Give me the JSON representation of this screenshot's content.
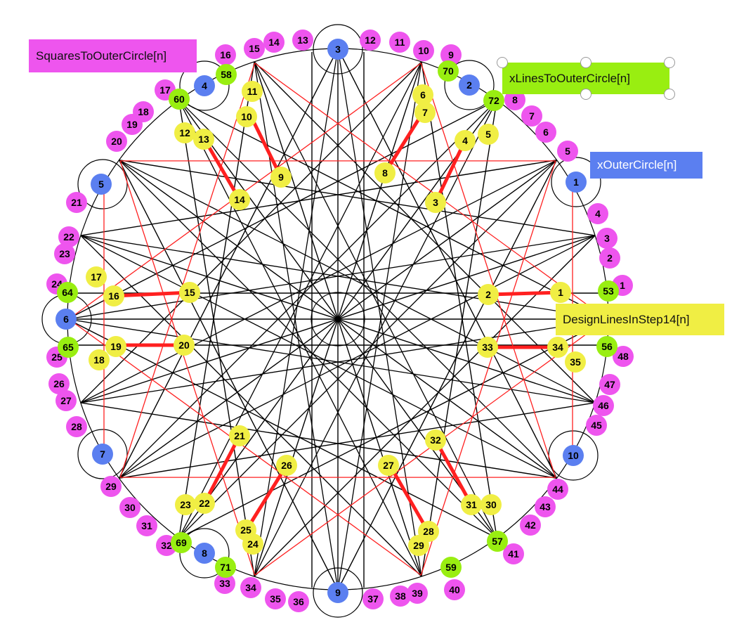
{
  "colors": {
    "squares": "#ee55ee",
    "xlines": "#99ee11",
    "outer": "#5b7ff0",
    "design": "#f0ee44",
    "black": "#000000",
    "red": "#ff2020"
  },
  "legends": {
    "squares": "SquaresToOuterCircle[n]",
    "xlines": "xLinesToOuterCircle[n]",
    "outer": "xOuterCircle[n]",
    "design": "DesignLinesInStep14[n]"
  },
  "outer_points": [
    "1",
    "2",
    "3",
    "4",
    "5",
    "6",
    "7",
    "8",
    "9",
    "10"
  ],
  "xline_points": [
    "53",
    "56",
    "57",
    "58",
    "59",
    "60",
    "64",
    "65",
    "69",
    "70",
    "71",
    "72"
  ],
  "design_points": [
    "1",
    "2",
    "3",
    "4",
    "5",
    "6",
    "7",
    "8",
    "9",
    "10",
    "11",
    "12",
    "13",
    "14",
    "15",
    "16",
    "17",
    "18",
    "19",
    "20",
    "21",
    "22",
    "23",
    "24",
    "25",
    "26",
    "27",
    "28",
    "29",
    "30",
    "31",
    "32",
    "33",
    "34",
    "35"
  ],
  "square_points": [
    "1",
    "2",
    "3",
    "4",
    "5",
    "6",
    "7",
    "8",
    "9",
    "10",
    "11",
    "12",
    "13",
    "14",
    "15",
    "16",
    "17",
    "18",
    "19",
    "20",
    "21",
    "22",
    "23",
    "24",
    "25",
    "26",
    "27",
    "28",
    "29",
    "30",
    "31",
    "32",
    "33",
    "34",
    "35",
    "36",
    "37",
    "38",
    "39",
    "40",
    "41",
    "42",
    "43",
    "44",
    "45",
    "46",
    "47",
    "48"
  ]
}
